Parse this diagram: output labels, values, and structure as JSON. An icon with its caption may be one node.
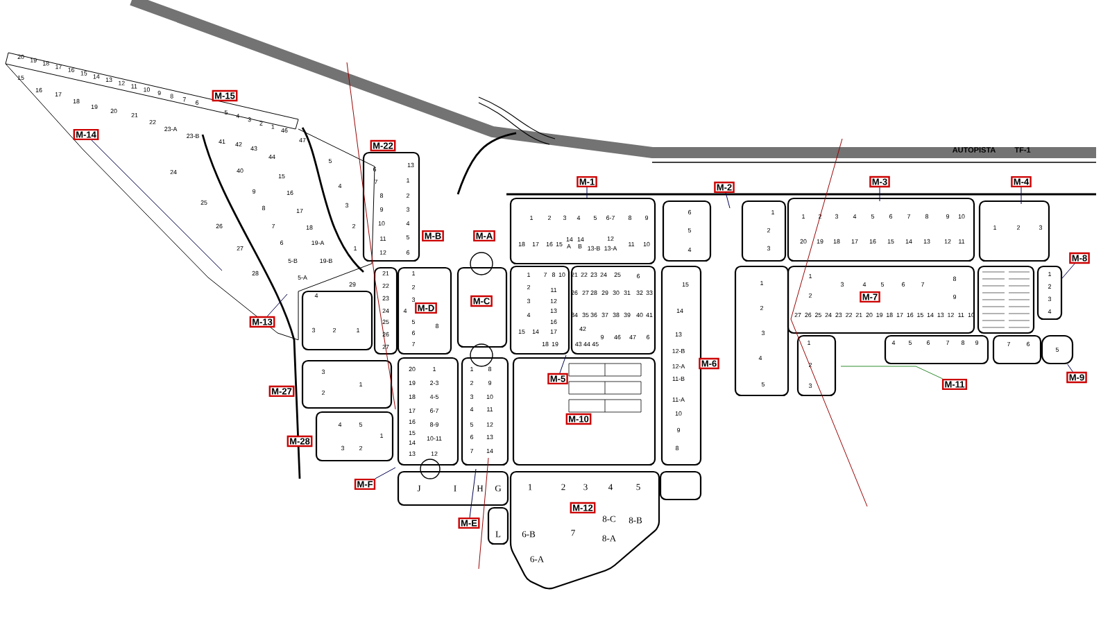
{
  "diagram": {
    "nodes": [
      {
        "text": [
          "M-15"
        ]
      },
      {
        "text": [
          "M-14"
        ]
      },
      {
        "text": [
          "M-22"
        ]
      },
      {
        "text": [
          "M-1"
        ]
      },
      {
        "text": [
          "M-2"
        ]
      },
      {
        "text": [
          "M-3"
        ]
      },
      {
        "text": [
          "M-4"
        ]
      },
      {
        "text": [
          "M-B"
        ]
      },
      {
        "text": [
          "M-A"
        ]
      },
      {
        "text": [
          "M-8"
        ]
      },
      {
        "text": [
          "M-13"
        ]
      },
      {
        "text": [
          "M-D"
        ]
      },
      {
        "text": [
          "M-C"
        ]
      },
      {
        "text": [
          "M-7"
        ]
      },
      {
        "text": [
          "M-6"
        ]
      },
      {
        "text": [
          "M-9"
        ]
      },
      {
        "text": [
          "M-11"
        ]
      },
      {
        "text": [
          "M-5"
        ]
      },
      {
        "text": [
          "M-27"
        ]
      },
      {
        "text": [
          "M-10"
        ]
      },
      {
        "text": [
          "M-28"
        ]
      },
      {
        "text": [
          "M-F"
        ]
      },
      {
        "text": [
          "M-12"
        ]
      },
      {
        "text": [
          "M-E"
        ]
      },
      {
        "text": [
          "1",
          "2",
          "3",
          "4"
        ]
      },
      {
        "text": [
          "5"
        ]
      }
    ],
    "edges": [
      {
        "from": 1,
        "to": null,
        "arrow": "none"
      },
      {
        "from": 10,
        "to": null,
        "arrow": "none"
      },
      {
        "from": 3,
        "to": null,
        "arrow": "none"
      },
      {
        "from": 4,
        "to": null,
        "arrow": "none"
      },
      {
        "from": 5,
        "to": null,
        "arrow": "none"
      },
      {
        "from": 6,
        "to": null,
        "arrow": "none"
      },
      {
        "from": 9,
        "to": 24,
        "arrow": "none"
      },
      {
        "from": 15,
        "to": 25,
        "arrow": "none"
      },
      {
        "from": 16,
        "to": null,
        "arrow": "none",
        "color": "#2e8b2e"
      },
      {
        "from": 17,
        "to": null,
        "arrow": "none"
      },
      {
        "from": 21,
        "to": null,
        "arrow": "none"
      },
      {
        "from": 23,
        "to": null,
        "arrow": "none"
      }
    ],
    "labels": [
      "AUTOPISTA",
      "TF-1",
      "20",
      "19",
      "18",
      "17",
      "16",
      "15",
      "14",
      "13",
      "12",
      "11",
      "10",
      "9",
      "8",
      "7",
      "6",
      "5",
      "4",
      "3",
      "2",
      "1",
      "46",
      "47",
      "15",
      "16",
      "17",
      "18",
      "19",
      "20",
      "21",
      "22",
      "23-A",
      "23-B",
      "41",
      "42",
      "43",
      "44",
      "5",
      "24",
      "40",
      "15",
      "4",
      "25",
      "9",
      "16",
      "3",
      "26",
      "8",
      "17",
      "2",
      "27",
      "7",
      "18",
      "1",
      "28",
      "6",
      "19-A",
      "5-B",
      "19-B",
      "5-A",
      "29",
      "4",
      "3",
      "2",
      "1",
      "6",
      "7",
      "8",
      "9",
      "10",
      "11",
      "12",
      "13",
      "1",
      "2",
      "3",
      "4",
      "5",
      "6",
      "1",
      "2",
      "3",
      "4",
      "5",
      "6-7",
      "8",
      "9",
      "18",
      "17",
      "16",
      "15",
      "14 A",
      "14 B",
      "13-B",
      "12",
      "13-A",
      "11",
      "10",
      "21",
      "22",
      "23",
      "24",
      "25",
      "26",
      "27",
      "1",
      "2",
      "3",
      "4",
      "5",
      "6",
      "7",
      "8",
      "1",
      "2",
      "3",
      "4",
      "15",
      "14",
      "7",
      "8",
      "10",
      "11",
      "12",
      "13",
      "16",
      "17",
      "18",
      "19",
      "21",
      "22",
      "23",
      "24",
      "25",
      "6",
      "26",
      "27",
      "28",
      "29",
      "30",
      "31",
      "32",
      "33",
      "34",
      "35",
      "36",
      "37",
      "38",
      "39",
      "40",
      "41",
      "42",
      "43 44 45",
      "9",
      "46",
      "47",
      "6",
      "15",
      "14",
      "13",
      "12-B",
      "12-A",
      "11-B",
      "11-A",
      "10",
      "9",
      "8",
      "6",
      "5",
      "4",
      "1",
      "2",
      "3",
      "1",
      "2",
      "3",
      "4",
      "5",
      "1",
      "2",
      "3",
      "4",
      "5",
      "6",
      "7",
      "8",
      "9",
      "10",
      "20",
      "19",
      "18",
      "17",
      "16",
      "15",
      "14",
      "13",
      "12",
      "11",
      "1",
      "2",
      "3",
      "1",
      "2",
      "3",
      "4",
      "5",
      "6",
      "7",
      "8",
      "9",
      "27",
      "26",
      "25",
      "24",
      "23",
      "22",
      "21",
      "20",
      "19",
      "18",
      "17",
      "16",
      "15",
      "14",
      "13",
      "12",
      "11",
      "10",
      "1",
      "2",
      "3",
      "4",
      "5",
      "6",
      "7",
      "8",
      "9",
      "7",
      "6",
      "3",
      "2",
      "1",
      "4",
      "5",
      "3",
      "2",
      "1",
      "20",
      "19",
      "18",
      "17",
      "16",
      "15",
      "14",
      "13",
      "1",
      "2-3",
      "4-5",
      "6-7",
      "8-9",
      "10-11",
      "12",
      "1",
      "2",
      "3",
      "4",
      "5",
      "6",
      "7",
      "8",
      "9",
      "10",
      "11",
      "12",
      "13",
      "14",
      "J",
      "I",
      "H",
      "G",
      "L",
      "1",
      "2",
      "3",
      "4",
      "5",
      "6-B",
      "7",
      "8-C",
      "8-B",
      "8-A",
      "6-A"
    ]
  }
}
